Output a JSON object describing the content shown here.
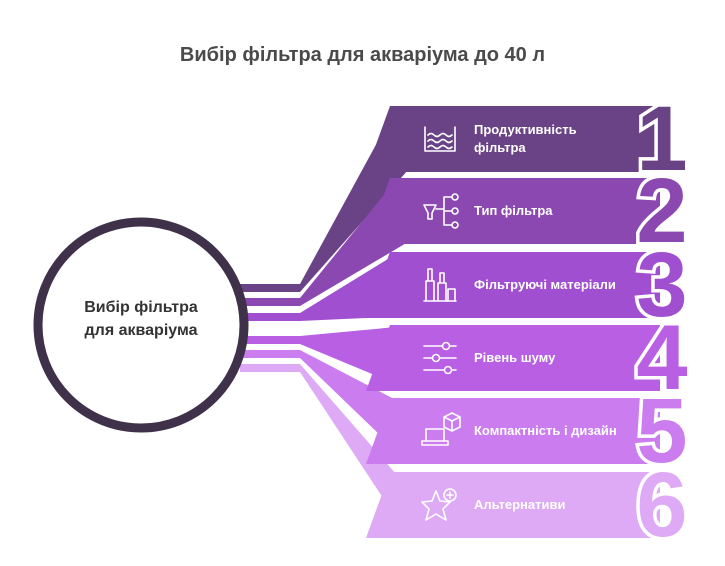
{
  "title": "Вибір фільтра для акваріума до 40 л",
  "center": {
    "line1": "Вибір фільтра",
    "line2": "для акваріума"
  },
  "items": [
    {
      "number": "1",
      "line1": "Продуктивність",
      "line2": "фільтра",
      "icon": "water-waves-icon",
      "color": "#6a4386"
    },
    {
      "number": "2",
      "line1": "Тип фільтра",
      "line2": "",
      "icon": "filter-tree-icon",
      "color": "#8a48b0"
    },
    {
      "number": "3",
      "line1": "Фільтруючі матеріали",
      "line2": "",
      "icon": "factory-icon",
      "color": "#a04fd0"
    },
    {
      "number": "4",
      "line1": "Рівень шуму",
      "line2": "",
      "icon": "sliders-icon",
      "color": "#b85fe4"
    },
    {
      "number": "5",
      "line1": "Компактність і дизайн",
      "line2": "",
      "icon": "laptop-box-icon",
      "color": "#cb7cee"
    },
    {
      "number": "6",
      "line1": "Альтернативи",
      "line2": "",
      "icon": "star-plus-icon",
      "color": "#deaaf5"
    }
  ],
  "ring_color": "#3e3149"
}
